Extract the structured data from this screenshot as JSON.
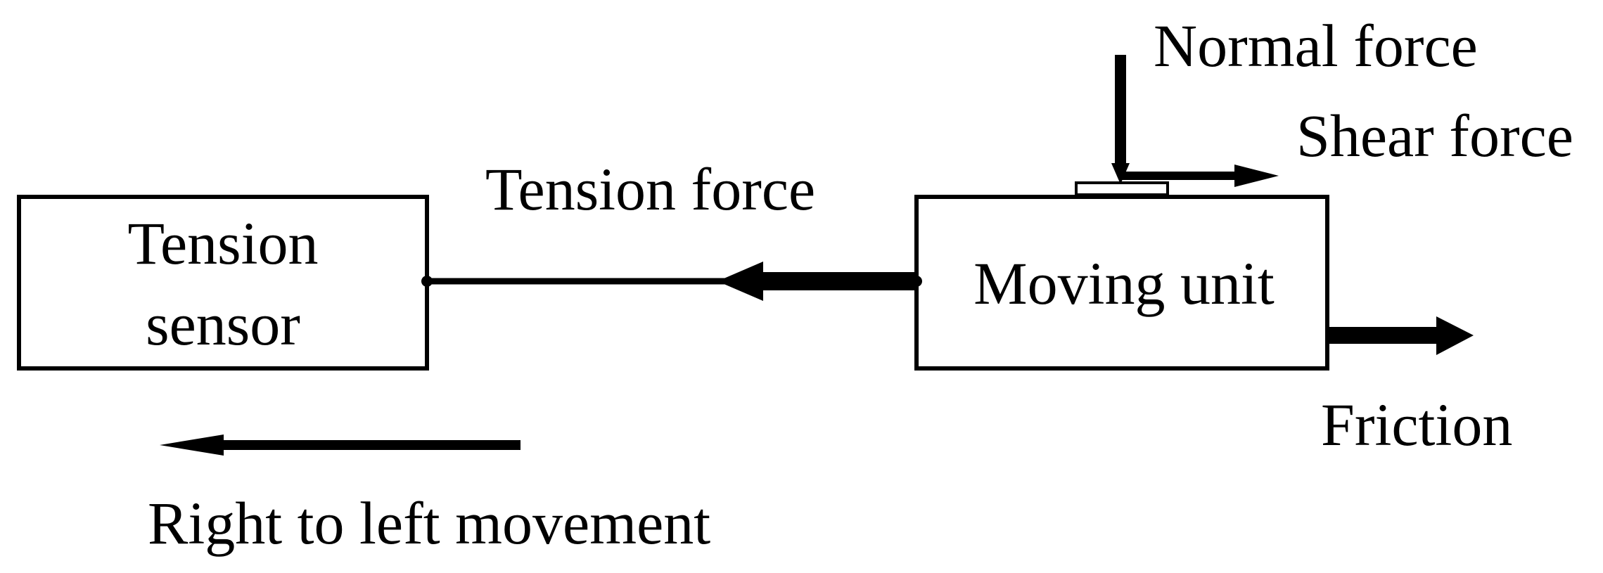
{
  "diagram": {
    "components": {
      "tension_sensor": {
        "line1": "Tension",
        "line2": "sensor"
      },
      "moving_unit": {
        "label": "Moving unit"
      }
    },
    "forces": {
      "normal": "Normal force",
      "shear": "Shear force",
      "tension": "Tension force",
      "friction": "Friction"
    },
    "movement": {
      "label": "Right to left movement"
    }
  }
}
